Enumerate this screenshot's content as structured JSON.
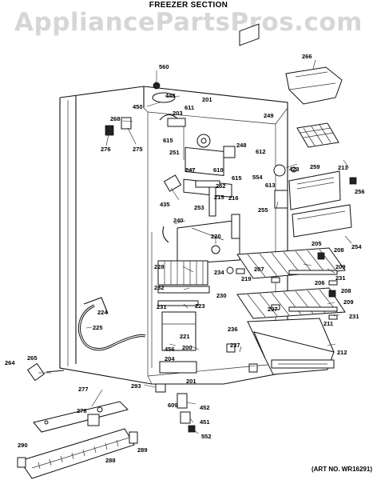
{
  "header": {
    "watermark": "AppliancePartsPros.com",
    "section_title": "FREEZER SECTION",
    "art_no": "(ART NO. WR16291)"
  },
  "callouts": [
    "560",
    "448",
    "450",
    "611",
    "203",
    "201",
    "249",
    "268",
    "275",
    "276",
    "615",
    "251",
    "248",
    "612",
    "554",
    "613",
    "423",
    "259",
    "213",
    "256",
    "247",
    "610",
    "615",
    "252",
    "435",
    "253",
    "215",
    "216",
    "255",
    "240",
    "254",
    "220",
    "205",
    "208",
    "228",
    "234",
    "207",
    "219",
    "209",
    "231",
    "232",
    "206",
    "208",
    "224",
    "230",
    "231",
    "223",
    "209",
    "207",
    "211",
    "231",
    "225",
    "221",
    "236",
    "200",
    "212",
    "456",
    "264",
    "265",
    "204",
    "237",
    "201",
    "277",
    "293",
    "609",
    "452",
    "278",
    "451",
    "552",
    "290",
    "288",
    "289",
    "266"
  ]
}
